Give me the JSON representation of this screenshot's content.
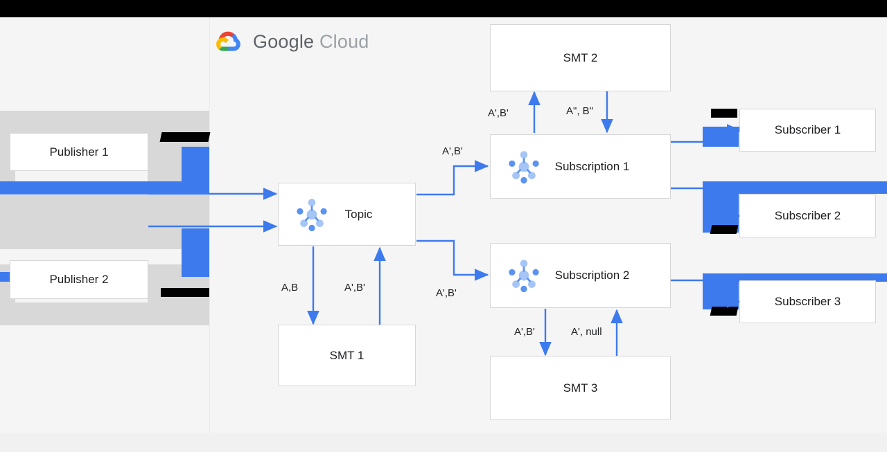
{
  "page": {
    "background": "#f5f5f5",
    "accent": "#3d7aed",
    "border": "#d6d6d6"
  },
  "brand": {
    "name_part1": "Google",
    "name_part2": "Cloud",
    "logo_icon": "google-cloud-logo-icon",
    "colors": {
      "red": "#ea4335",
      "blue": "#4285f4",
      "yellow": "#fbbc04",
      "green": "#34a853",
      "text_primary": "#5f6368",
      "text_secondary": "#9aa0a6"
    }
  },
  "nodes": {
    "publisher1": {
      "label": "Publisher 1",
      "icon": null
    },
    "publisher2": {
      "label": "Publisher 2",
      "icon": null
    },
    "topic": {
      "label": "Topic",
      "icon": "pubsub-node-icon"
    },
    "smt1": {
      "label": "SMT 1",
      "icon": null
    },
    "smt2": {
      "label": "SMT 2",
      "icon": null
    },
    "smt3": {
      "label": "SMT 3",
      "icon": null
    },
    "subscription1": {
      "label": "Subscription 1",
      "icon": "pubsub-node-icon"
    },
    "subscription2": {
      "label": "Subscription 2",
      "icon": "pubsub-node-icon"
    },
    "subscriber1": {
      "label": "Subscriber 1",
      "icon": null
    },
    "subscriber2": {
      "label": "Subscriber 2",
      "icon": null
    },
    "subscriber3": {
      "label": "Subscriber 3",
      "icon": null
    }
  },
  "edge_labels": {
    "topic_to_smt1": "A,B",
    "smt1_to_topic": "A',B'",
    "topic_to_sub1": "A',B'",
    "topic_to_sub2": "A',B'",
    "sub1_to_smt2": "A',B'",
    "smt2_to_sub1": "A\", B\"",
    "sub2_to_smt3": "A',B'",
    "smt3_to_sub2": "A', null"
  },
  "edges": [
    {
      "from": "publisher1",
      "to": "topic",
      "label": ""
    },
    {
      "from": "publisher2",
      "to": "topic",
      "label": ""
    },
    {
      "from": "topic",
      "to": "smt1",
      "label": "A,B"
    },
    {
      "from": "smt1",
      "to": "topic",
      "label": "A',B'"
    },
    {
      "from": "topic",
      "to": "subscription1",
      "label": "A',B'"
    },
    {
      "from": "topic",
      "to": "subscription2",
      "label": "A',B'"
    },
    {
      "from": "subscription1",
      "to": "smt2",
      "label": "A',B'"
    },
    {
      "from": "smt2",
      "to": "subscription1",
      "label": "A\", B\""
    },
    {
      "from": "subscription2",
      "to": "smt3",
      "label": "A',B'"
    },
    {
      "from": "smt3",
      "to": "subscription2",
      "label": "A', null"
    },
    {
      "from": "subscription1",
      "to": "subscriber1",
      "label": ""
    },
    {
      "from": "subscription1",
      "to": "subscriber2",
      "label": ""
    },
    {
      "from": "subscription2",
      "to": "subscriber3",
      "label": ""
    }
  ]
}
